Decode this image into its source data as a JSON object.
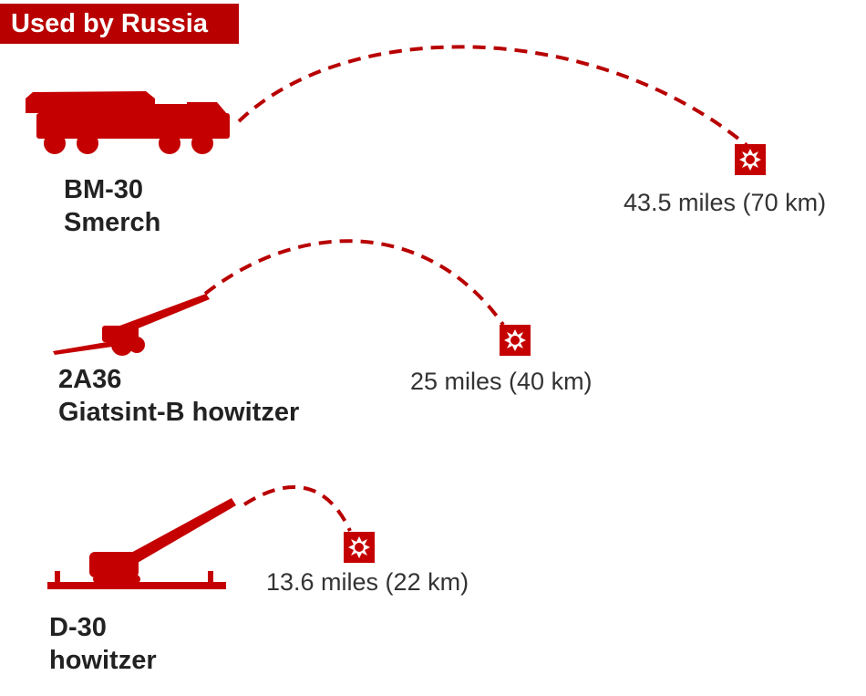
{
  "title": "Used by Russia",
  "colors": {
    "accent": "#b80000",
    "text": "#222222"
  },
  "weapons": [
    {
      "name_line1": "BM-30",
      "name_line2": "Smerch",
      "range": "43.5 miles (70 km)",
      "icon": "rocket-launcher-truck-icon"
    },
    {
      "name_line1": "2A36",
      "name_line2": "Giatsint-B howitzer",
      "range": "25 miles (40 km)",
      "icon": "towed-gun-icon"
    },
    {
      "name_line1": "D-30",
      "name_line2": "howitzer",
      "range": "13.6 miles (22 km)",
      "icon": "howitzer-icon"
    }
  ]
}
